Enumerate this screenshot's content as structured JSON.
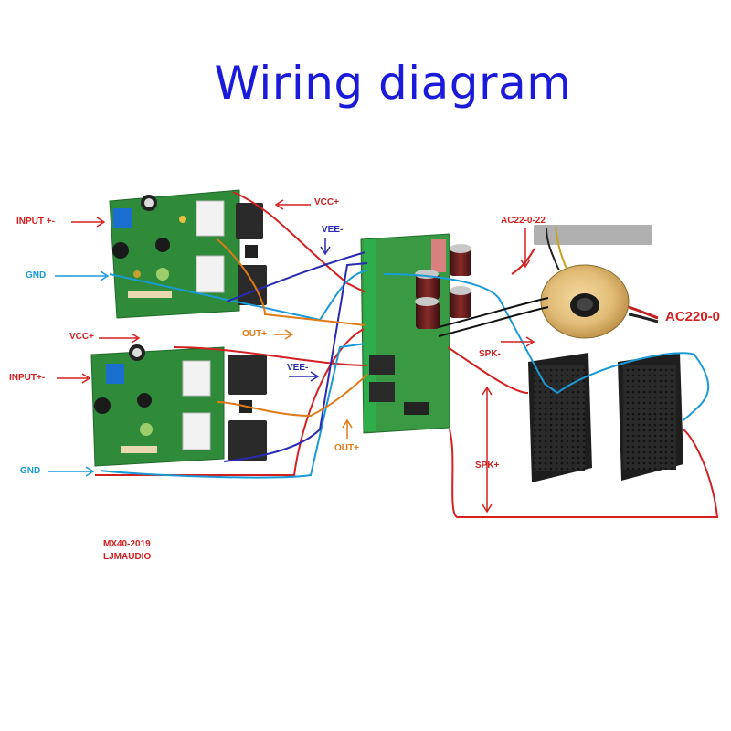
{
  "title": "Wiring diagram",
  "labels": {
    "input_top": "INPUT +-",
    "input_bottom": "INPUT+-",
    "gnd_top": "GND",
    "gnd_bottom": "GND",
    "vcc_top": "VCC+",
    "vcc_bottom": "VCC+",
    "vee_top": "VEE-",
    "vee_bottom": "VEE-",
    "out_top": "OUT+",
    "out_bottom": "OUT+",
    "ac_secondary": "AC22-0-22",
    "ac_mains": "AC220-0",
    "spk_minus": "SPK-",
    "spk_plus": "SPK+"
  },
  "credits": {
    "model": "MX40-2019",
    "brand": "LJMAUDIO"
  },
  "colors": {
    "title": "#1a1adb",
    "red_wire": "#d42020",
    "cyan_wire": "#1a9ad6",
    "blue_wire": "#2a2ab0",
    "orange_wire": "#e07a16",
    "pcb_green": "#2f8a3a"
  },
  "components": [
    "amplifier-board-top",
    "amplifier-board-bottom",
    "power-protection-board",
    "toroidal-transformer",
    "speaker-left",
    "speaker-right"
  ]
}
